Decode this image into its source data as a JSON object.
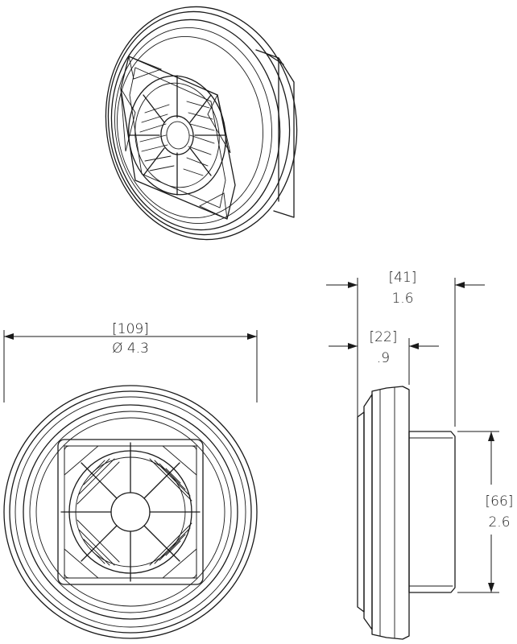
{
  "dimensions": {
    "diameter": {
      "metric": "[109]",
      "imperial": "Ø 4.3"
    },
    "depth_total": {
      "metric": "[41]",
      "imperial": "1.6"
    },
    "depth_flange": {
      "metric": "[22]",
      "imperial": ".9"
    },
    "body_height": {
      "metric": "[66]",
      "imperial": "2.6"
    }
  }
}
